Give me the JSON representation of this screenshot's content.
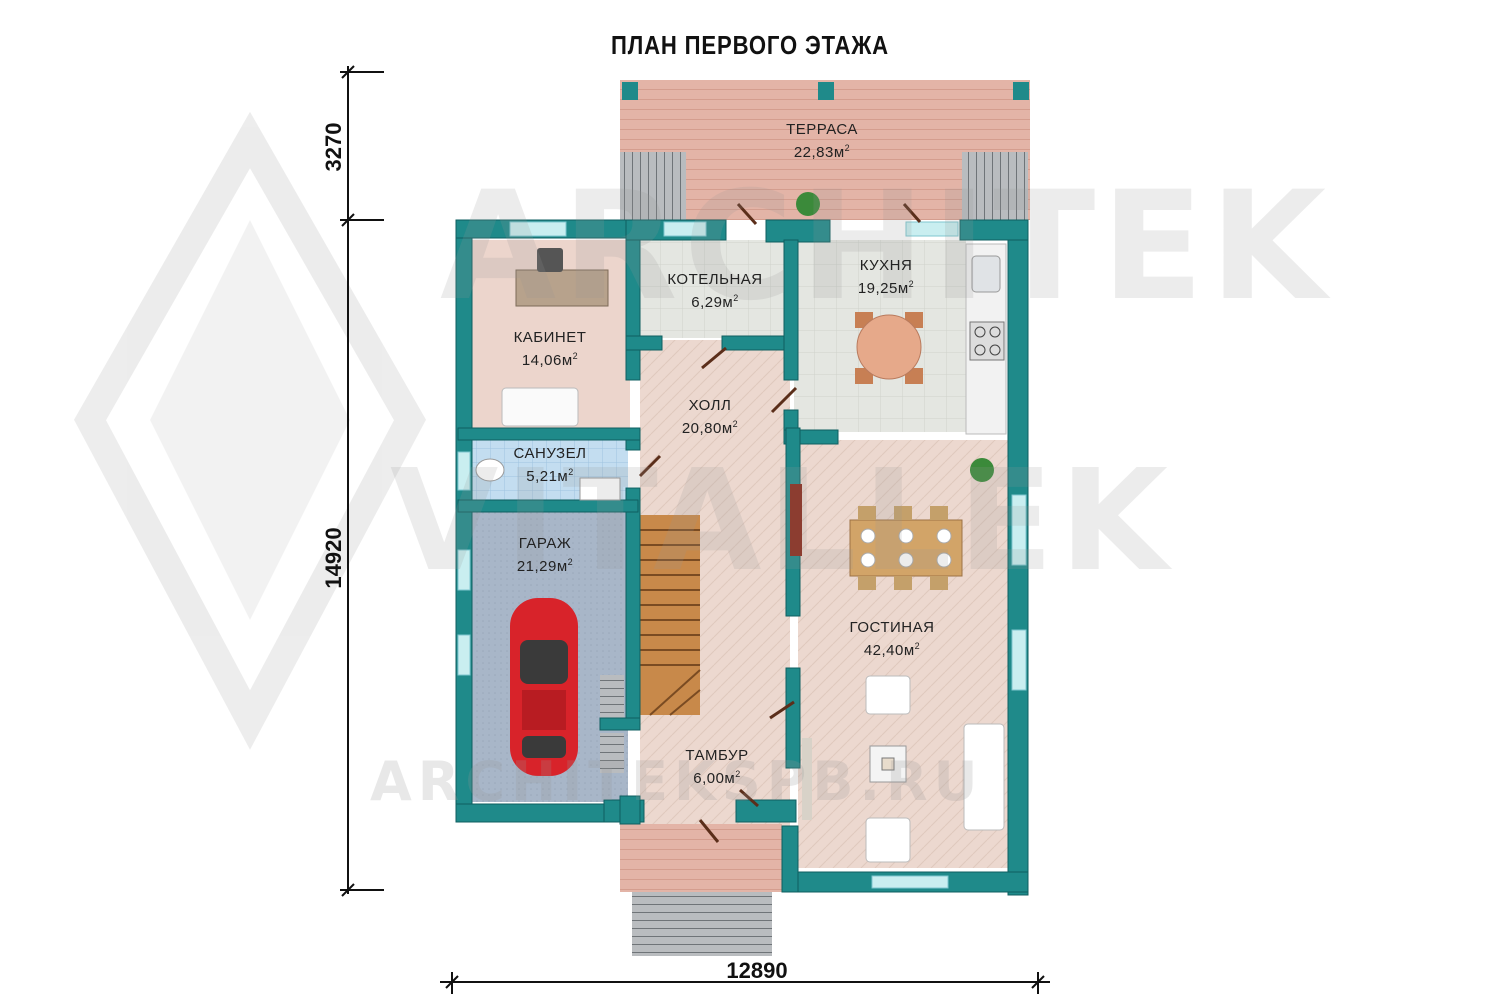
{
  "title": "ПЛАН ПЕРВОГО ЭТАЖА",
  "dimensions": {
    "top_height": "3270",
    "main_height": "14920",
    "width": "12890"
  },
  "rooms": {
    "terrace": {
      "name": "ТЕРРАСА",
      "area": "22,83м"
    },
    "boiler": {
      "name": "КОТЕЛЬНАЯ",
      "area": "6,29м"
    },
    "kitchen": {
      "name": "КУХНЯ",
      "area": "19,25м"
    },
    "study": {
      "name": "КАБИНЕТ",
      "area": "14,06м"
    },
    "hall": {
      "name": "ХОЛЛ",
      "area": "20,80м"
    },
    "bathroom": {
      "name": "САНУЗЕЛ",
      "area": "5,21м"
    },
    "garage": {
      "name": "ГАРАЖ",
      "area": "21,29м"
    },
    "living": {
      "name": "ГОСТИНАЯ",
      "area": "42,40м"
    },
    "vestibule": {
      "name": "ТАМБУР",
      "area": "6,00м"
    }
  },
  "area_unit_sup": "2",
  "watermark": {
    "line1": "ARCHITEK",
    "line2": "VITALLEK",
    "url": "ARCHITEKSPB.RU"
  },
  "colors": {
    "wall": "#1f8a8a",
    "floor_warm": "#ead5cc",
    "floor_tile": "#dfe3de",
    "terrace": "#e3b7aa",
    "garage": "#a9b7c9",
    "bath": "#bcd9ee",
    "stairs": "#c48a4a"
  }
}
